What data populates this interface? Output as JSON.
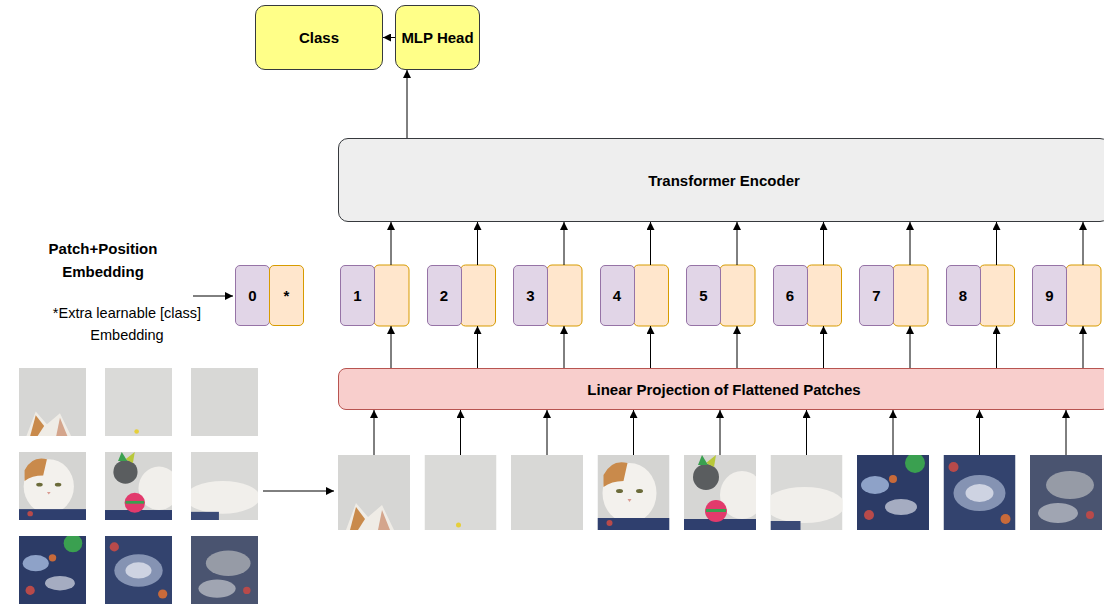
{
  "diagram": {
    "nodes": [
      {
        "text": [
          "Class"
        ]
      },
      {
        "text": [
          "MLP Head"
        ]
      },
      {
        "text": [
          "Transformer Encoder"
        ]
      },
      {
        "text": [
          "0"
        ]
      },
      {
        "text": [
          "*"
        ]
      },
      {
        "text": [
          "1"
        ]
      },
      {
        "text": [
          "2"
        ]
      },
      {
        "text": [
          "3"
        ]
      },
      {
        "text": [
          "4"
        ]
      },
      {
        "text": [
          "5"
        ]
      },
      {
        "text": [
          "6"
        ]
      },
      {
        "text": [
          "7"
        ]
      },
      {
        "text": [
          "8"
        ]
      },
      {
        "text": [
          "9"
        ]
      },
      {
        "text": [
          "Linear Projection of Flattened Patches"
        ]
      }
    ],
    "edges": [
      {
        "from": 1,
        "to": 0,
        "arrow": "to"
      },
      {
        "from": 2,
        "to": 1,
        "arrow": "to"
      },
      {
        "from": 5,
        "to": 2,
        "arrow": "to"
      },
      {
        "from": 6,
        "to": 2,
        "arrow": "to"
      },
      {
        "from": 7,
        "to": 2,
        "arrow": "to"
      },
      {
        "from": 8,
        "to": 2,
        "arrow": "to"
      },
      {
        "from": 9,
        "to": 2,
        "arrow": "to"
      },
      {
        "from": 10,
        "to": 2,
        "arrow": "to"
      },
      {
        "from": 11,
        "to": 2,
        "arrow": "to"
      },
      {
        "from": 12,
        "to": 2,
        "arrow": "to"
      },
      {
        "from": 13,
        "to": 2,
        "arrow": "to"
      },
      {
        "from": 14,
        "to": 5,
        "arrow": "to"
      },
      {
        "from": 14,
        "to": 6,
        "arrow": "to"
      },
      {
        "from": 14,
        "to": 7,
        "arrow": "to"
      },
      {
        "from": 14,
        "to": 8,
        "arrow": "to"
      },
      {
        "from": 14,
        "to": 9,
        "arrow": "to"
      },
      {
        "from": 14,
        "to": 10,
        "arrow": "to"
      },
      {
        "from": 14,
        "to": 11,
        "arrow": "to"
      },
      {
        "from": 14,
        "to": 12,
        "arrow": "to"
      },
      {
        "from": 14,
        "to": 13,
        "arrow": "to"
      }
    ],
    "labels": [
      "Patch+Position Embedding",
      "*Extra learnable [class] Embedding"
    ]
  }
}
